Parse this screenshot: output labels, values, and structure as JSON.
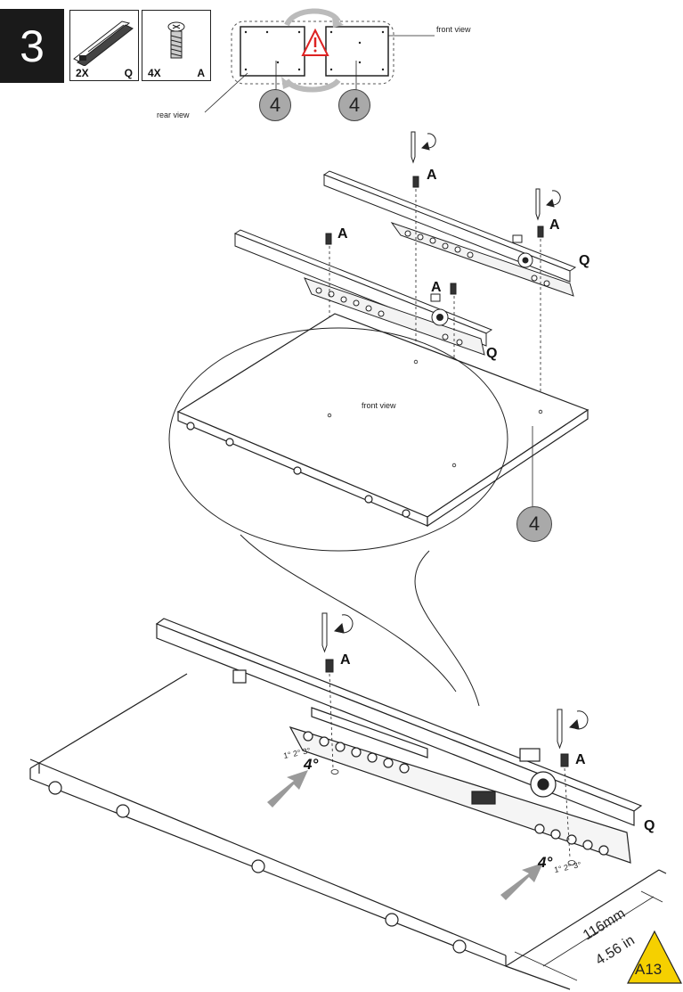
{
  "step": {
    "number": "3"
  },
  "parts": [
    {
      "qty": "2X",
      "code": "Q"
    },
    {
      "qty": "4X",
      "code": "A"
    }
  ],
  "views": {
    "rear": "rear view",
    "front_top": "front view",
    "front_panel": "front view"
  },
  "badges": {
    "top_left": "4",
    "top_right": "4",
    "panel": "4"
  },
  "callouts": {
    "screw": "A",
    "slide": "Q"
  },
  "angles": {
    "left": "4°",
    "right": "4°",
    "scale": "1° 2° 3°"
  },
  "dimension": {
    "mm": "116mm",
    "inch": "4.56 in"
  },
  "page_tag": "A13",
  "colors": {
    "tag_fill": "#f5d000",
    "badge_fill": "#a9a9a9",
    "arrow_fill": "#9a9a9a",
    "warning_red": "#d22"
  }
}
